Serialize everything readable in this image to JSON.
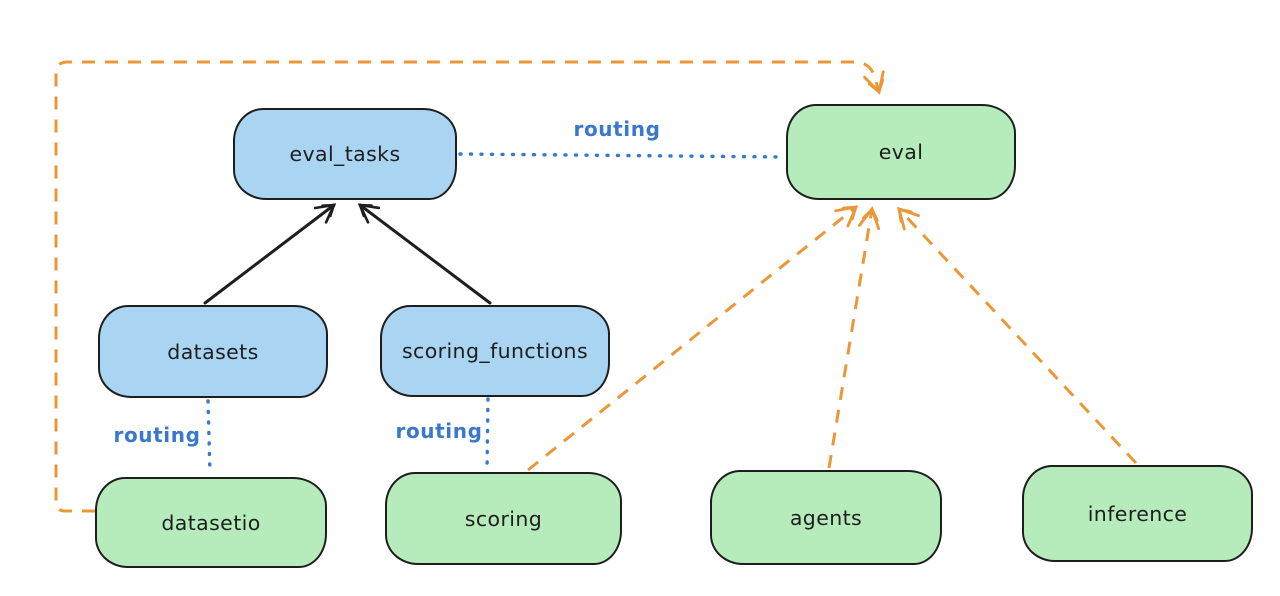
{
  "diagram": {
    "colors": {
      "background": "#ffffff",
      "node_blue_fill": "#a9d5f3",
      "node_green_fill": "#b6ecbb",
      "black_stroke": "#1e1e1e",
      "orange": "#ec9737",
      "routing_blue": "#3a78cc"
    },
    "nodes": {
      "eval_tasks": {
        "label": "eval_tasks",
        "fill": "#a9d5f3"
      },
      "eval": {
        "label": "eval",
        "fill": "#b6ecbb"
      },
      "datasets": {
        "label": "datasets",
        "fill": "#a9d5f3"
      },
      "scoring_functions": {
        "label": "scoring_functions",
        "fill": "#a9d5f3"
      },
      "datasetio": {
        "label": "datasetio",
        "fill": "#b6ecbb"
      },
      "scoring": {
        "label": "scoring",
        "fill": "#b6ecbb"
      },
      "agents": {
        "label": "agents",
        "fill": "#b6ecbb"
      },
      "inference": {
        "label": "inference",
        "fill": "#b6ecbb"
      }
    },
    "edges": [
      {
        "from": "datasets",
        "to": "eval_tasks",
        "style": "solid-arrow",
        "color": "#1e1e1e"
      },
      {
        "from": "scoring_functions",
        "to": "eval_tasks",
        "style": "solid-arrow",
        "color": "#1e1e1e"
      },
      {
        "from": "eval_tasks",
        "to": "eval",
        "style": "dotted",
        "color": "#3a78cc",
        "label": "routing"
      },
      {
        "from": "datasets",
        "to": "datasetio",
        "style": "dotted",
        "color": "#3a78cc",
        "label": "routing"
      },
      {
        "from": "scoring_functions",
        "to": "scoring",
        "style": "dotted",
        "color": "#3a78cc",
        "label": "routing"
      },
      {
        "from": "datasetio",
        "to": "eval",
        "style": "dashed-arrow",
        "color": "#ec9737"
      },
      {
        "from": "scoring",
        "to": "eval",
        "style": "dashed-arrow",
        "color": "#ec9737"
      },
      {
        "from": "agents",
        "to": "eval",
        "style": "dashed-arrow",
        "color": "#ec9737"
      },
      {
        "from": "inference",
        "to": "eval",
        "style": "dashed-arrow",
        "color": "#ec9737"
      }
    ]
  }
}
